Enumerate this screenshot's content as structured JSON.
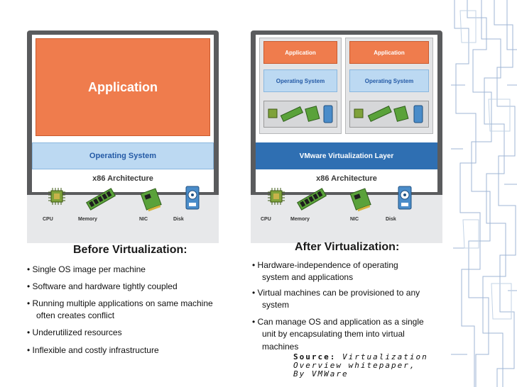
{
  "before": {
    "application": "Application",
    "os": "Operating System",
    "architecture": "x86 Architecture",
    "hardware": [
      "CPU",
      "Memory",
      "NIC",
      "Disk"
    ],
    "heading": "Before Virtualization:",
    "bullets": [
      "• Single OS image per machine",
      "• Software and hardware tightly coupled",
      "• Running multiple applications on same machine",
      "often creates conflict",
      "• Underutilized resources",
      "• Inflexible and costly infrastructure"
    ]
  },
  "after": {
    "vm1": {
      "application": "Application",
      "os": "Operating System"
    },
    "vm2": {
      "application": "Application",
      "os": "Operating System"
    },
    "layer": "VMware Virtualization Layer",
    "architecture": "x86 Architecture",
    "hardware": [
      "CPU",
      "Memory",
      "NIC",
      "Disk"
    ],
    "heading": "After Virtualization:",
    "bullets": [
      "• Hardware-independence of operating",
      "system and applications",
      "• Virtual machines can be provisioned to any",
      "system",
      "• Can manage OS and application as a single",
      "unit by encapsulating them into virtual",
      "machines"
    ]
  },
  "source": {
    "label": "Source:",
    "text": " Virtualization Overview whitepaper, By VMWare"
  },
  "colors": {
    "application": "#ef7c4d",
    "os": "#bcd9f2",
    "virtualization_layer": "#2f6fb2",
    "panel": "#5a5b5d"
  }
}
